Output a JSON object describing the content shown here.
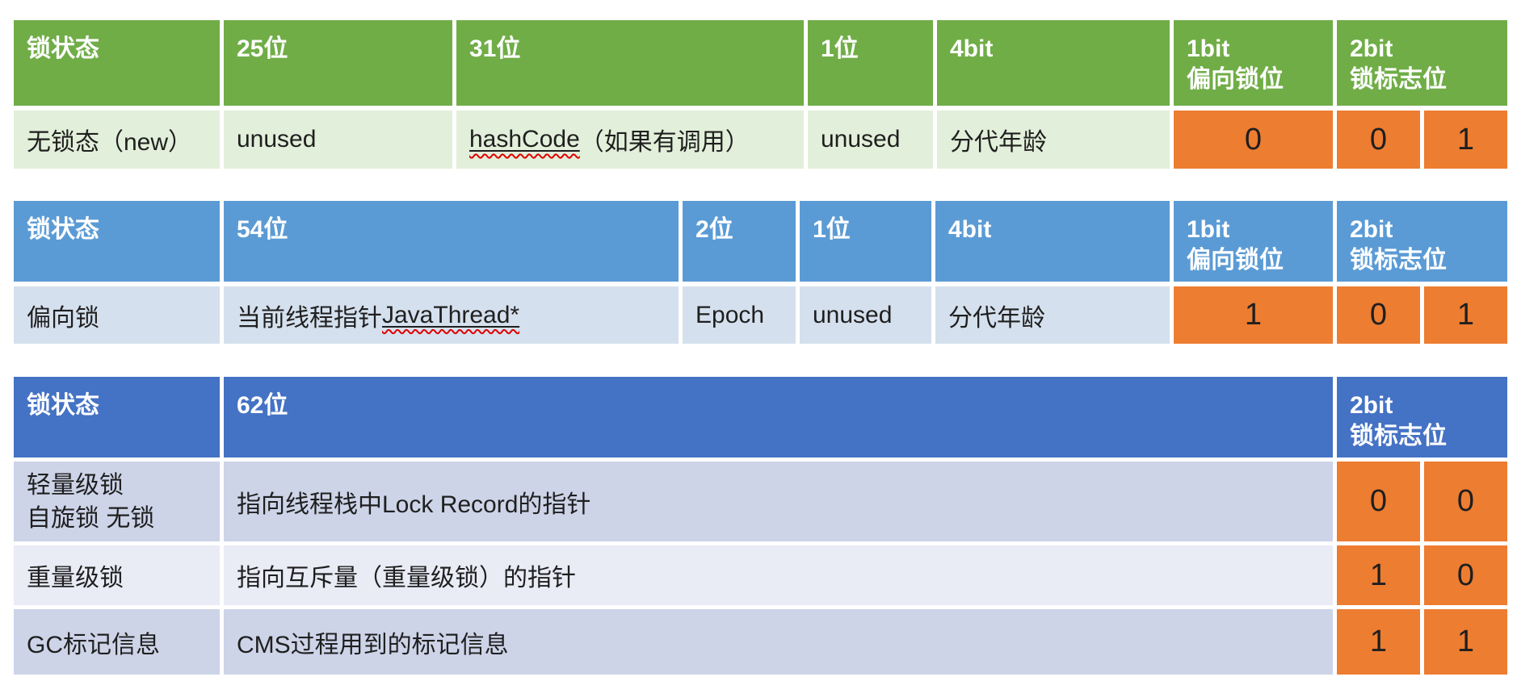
{
  "colors": {
    "green": "#70AD47",
    "green_tint": "#E2EFDA",
    "blue": "#5B9BD5",
    "blue_tint": "#D5E0EE",
    "dkblue": "#4472C4",
    "lav": "#CDD4E8",
    "lav_light": "#E9EBF5",
    "orange": "#ED7D31",
    "ink": "#1f1f1f",
    "squiggle": "#e00000"
  },
  "table1": {
    "header": {
      "c0": "锁状态",
      "c1": "25位",
      "c2": "31位",
      "c3": "1位",
      "c4": "4bit",
      "c5a": "1bit",
      "c5b": "偏向锁位",
      "c6a": "2bit",
      "c6b": "锁标志位"
    },
    "row": {
      "state": "无锁态（new）",
      "f25": "unused",
      "hash_link": "hashCode",
      "hash_rest": "（如果有调用）",
      "f1": "unused",
      "age": "分代年龄",
      "bias_bit": "0",
      "flag_bit1": "0",
      "flag_bit2": "1"
    }
  },
  "table2": {
    "header": {
      "c0": "锁状态",
      "c1": "54位",
      "c2": "2位",
      "c3": "1位",
      "c4": "4bit",
      "c5a": "1bit",
      "c5b": "偏向锁位",
      "c6a": "2bit",
      "c6b": "锁标志位"
    },
    "row": {
      "state": "偏向锁",
      "ptr_prefix": "当前线程指针 ",
      "ptr_link": "JavaThread*",
      "epoch": "Epoch",
      "f1": "unused",
      "age": "分代年龄",
      "bias_bit": "1",
      "flag_bit1": "0",
      "flag_bit2": "1"
    }
  },
  "table3": {
    "header": {
      "c0": "锁状态",
      "c1": "62位",
      "c2a": "2bit",
      "c2b": "锁标志位"
    },
    "rows": [
      {
        "state_line1": "轻量级锁",
        "state_line2": "自旋锁 无锁",
        "desc": "指向线程栈中Lock Record的指针",
        "flag_bit1": "0",
        "flag_bit2": "0"
      },
      {
        "state_line1": "重量级锁",
        "desc": "指向互斥量（重量级锁）的指针",
        "flag_bit1": "1",
        "flag_bit2": "0"
      },
      {
        "state_line1": "GC标记信息",
        "desc": "CMS过程用到的标记信息",
        "flag_bit1": "1",
        "flag_bit2": "1"
      }
    ]
  }
}
